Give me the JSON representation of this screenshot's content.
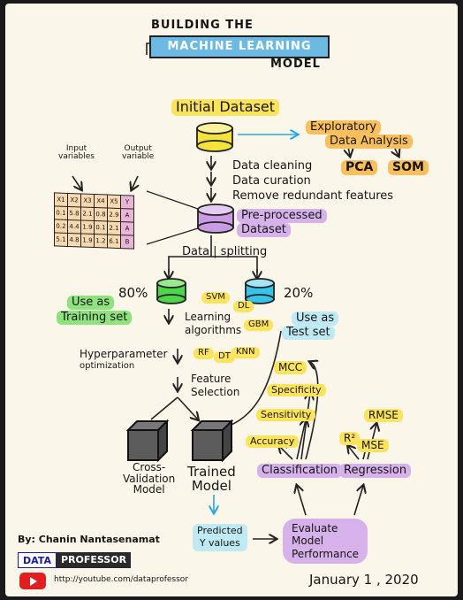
{
  "title": {
    "line1": "BUILDING THE",
    "banner": "MACHINE LEARNING",
    "line3": "MODEL"
  },
  "initial_dataset": "Initial Dataset",
  "eda": {
    "line1": "Exploratory",
    "line2": "Data Analysis",
    "pca": "PCA",
    "som": "SOM"
  },
  "table_labels": {
    "input_line1": "Input",
    "input_line2": "variables",
    "output_line1": "Output",
    "output_line2": "variable"
  },
  "data_table": {
    "header": [
      "X1",
      "X2",
      "X3",
      "X4",
      "X5",
      "Y"
    ],
    "rows": [
      [
        "0.1",
        "5.8",
        "2.1",
        "0.8",
        "2.9",
        "A"
      ],
      [
        "0.2",
        "4.4",
        "1.9",
        "0.1",
        "2.1",
        "A"
      ],
      [
        "5.1",
        "4.8",
        "1.9",
        "1.2",
        "6.1",
        "B"
      ]
    ]
  },
  "preprocessing_steps": [
    "Data cleaning",
    "Data curation",
    "Remove redundant features"
  ],
  "preprocessed": {
    "line1": "Pre-processed",
    "line2": "Dataset"
  },
  "data_splitting": "Data | splitting",
  "training": {
    "pct": "80%",
    "line1": "Use as",
    "line2": "Training set"
  },
  "testing": {
    "pct": "20%",
    "line1": "Use as",
    "line2": "Test set"
  },
  "learning": {
    "line1": "Learning",
    "line2": "algorithms",
    "algos": [
      "SVM",
      "DL",
      "GBM",
      "RF",
      "DT",
      "KNN"
    ]
  },
  "hyperparameter": {
    "line1": "Hyperparameter",
    "line2": "optimization"
  },
  "feature_selection": {
    "line1": "Feature",
    "line2": "Selection"
  },
  "cv_model": {
    "line1": "Cross-",
    "line2": "Validation",
    "line3": "Model"
  },
  "trained_model": {
    "line1": "Trained",
    "line2": "Model"
  },
  "classification": "Classification",
  "regression": "Regression",
  "metrics": {
    "mcc": "MCC",
    "specificity": "Specificity",
    "sensitivity": "Sensitivity",
    "accuracy": "Accuracy",
    "rmse": "RMSE",
    "r2": "R²",
    "mse": "MSE"
  },
  "predicted": {
    "line1": "Predicted",
    "line2": "Y values"
  },
  "evaluate": {
    "line1": "Evaluate",
    "line2": "Model",
    "line3": "Performance"
  },
  "author": "By: Chanin Nantasenamat",
  "brand": {
    "part1": "DATA",
    "part2": "PROFESSOR"
  },
  "url": "http://youtube.com/dataprofessor",
  "date": "January 1 , 2020",
  "colors": {
    "yellow": "#fbe35b",
    "orange": "#f8bf5b",
    "purple": "#d7b1ea",
    "green": "#8fe37d",
    "cyan": "#bfeaf3",
    "banner": "#6cb9e4",
    "youtube_red": "#e02020"
  }
}
